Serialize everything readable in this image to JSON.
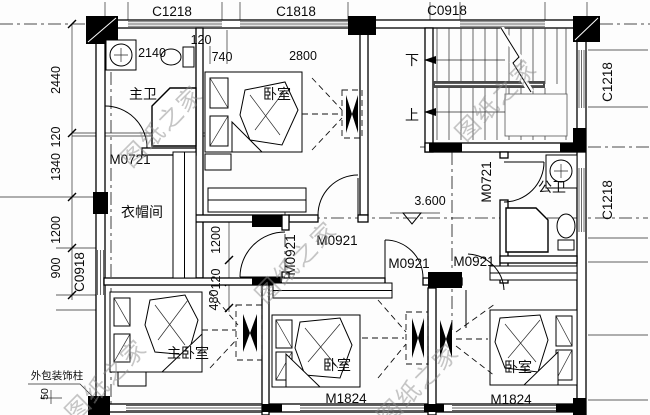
{
  "labels": {
    "watermark": "图纸之家",
    "note_column": "外包装饰柱"
  },
  "windows": {
    "top1": "C1218",
    "top2": "C1818",
    "top3": "C0918",
    "right1": "C1218",
    "right2": "C1218",
    "left1": "C0918"
  },
  "doors": {
    "bath_master": "M0721",
    "bath_public": "M0721",
    "entry_master": "M0921",
    "hall": "M0921",
    "bed2": "M0921",
    "bed3": "M0921",
    "balcony2": "M1824",
    "balcony3": "M1824"
  },
  "rooms": {
    "master_bath": "主卫",
    "bedroom_top": "卧室",
    "closet": "衣帽间",
    "public_bath": "公卫",
    "master_bedroom": "主卧室",
    "bedroom2": "卧室",
    "bedroom3": "卧室"
  },
  "stair": {
    "down": "下",
    "up": "上"
  },
  "dims": {
    "top_2140": "2140",
    "top_120": "120",
    "top_740": "740",
    "top_2800": "2800",
    "left_2440": "2440",
    "left_120": "120",
    "left_1340": "1340",
    "left_1200": "1200",
    "left_900": "900",
    "in_1200": "1200",
    "in_120": "120",
    "in_480": "480",
    "col_50": "50",
    "elev": "3.600"
  }
}
